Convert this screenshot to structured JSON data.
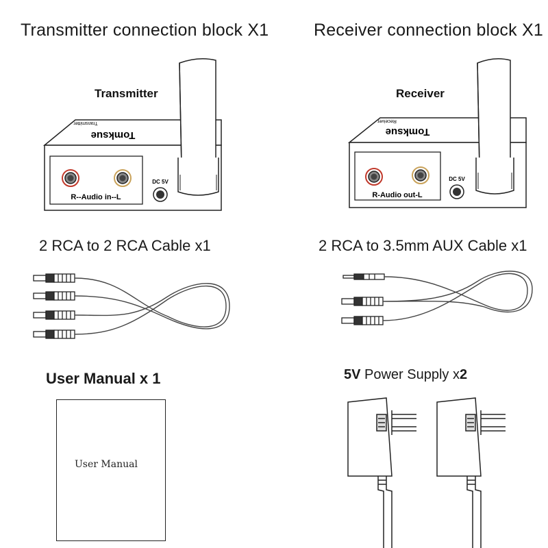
{
  "sections": {
    "transmitter": {
      "title": "Transmitter connection block X1",
      "device_label": "Transmitter",
      "brand": "Tomksue",
      "small_print": "Transmitter",
      "port_label": "R--Audio in--L",
      "dc_label": "DC 5V"
    },
    "receiver": {
      "title": "Receiver connection block X1",
      "device_label": "Receiver",
      "brand": "Tomksue",
      "small_print": "Receiver",
      "port_label": "R-Audio out-L",
      "dc_label": "DC 5V"
    },
    "rca_cable": {
      "title": "2 RCA to 2 RCA Cable  x1"
    },
    "aux_cable": {
      "title": "2 RCA to 3.5mm AUX Cable  x1"
    },
    "manual": {
      "title": "User Manual x 1",
      "cover_text": "User Manual"
    },
    "power": {
      "title_prefix": "5V",
      "title_middle": " Power Supply x",
      "title_count": "2"
    }
  },
  "colors": {
    "line": "#222222",
    "jack_ring_red": "#c0392b",
    "jack_ring_gold": "#c9a25a"
  }
}
